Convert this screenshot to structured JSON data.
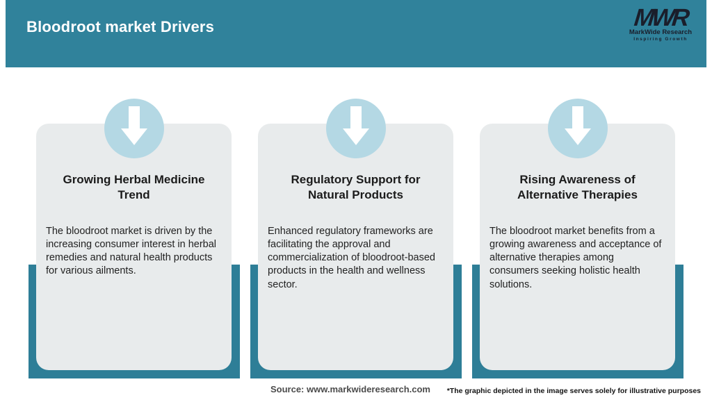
{
  "header": {
    "title": "Bloodroot market Drivers",
    "logo": {
      "mark": "MWR",
      "name": "MarkWide Research",
      "tagline": "Inspiring Growth"
    }
  },
  "cards": [
    {
      "title": "Growing Herbal Medicine\nTrend",
      "body": "The bloodroot market is driven by the increasing consumer interest in herbal remedies and natural health products for various ailments."
    },
    {
      "title": "Regulatory Support for\nNatural Products",
      "body": "Enhanced regulatory frameworks are facilitating the approval and commercialization of bloodroot-based products in the health and wellness sector."
    },
    {
      "title": "Rising Awareness of\nAlternative Therapies",
      "body": "The bloodroot market benefits from a growing awareness and acceptance of alternative therapies among consumers seeking holistic health solutions."
    }
  ],
  "footer": {
    "source": "Source: www.markwideresearch.com",
    "disclaimer": "*The graphic depicted in the image serves solely for illustrative purposes"
  },
  "icons": [
    "down-arrow-icon",
    "down-arrow-icon",
    "down-arrow-icon"
  ],
  "colors": {
    "teal": "#30829B",
    "band": "#2E7E97",
    "card_bg": "#E8EBEC",
    "circle": "#B4D8E4",
    "logo_ink": "#1A1E2B",
    "title_ink": "#1B1B1B",
    "body_ink": "#222222",
    "source_ink": "#4B4B4B"
  }
}
